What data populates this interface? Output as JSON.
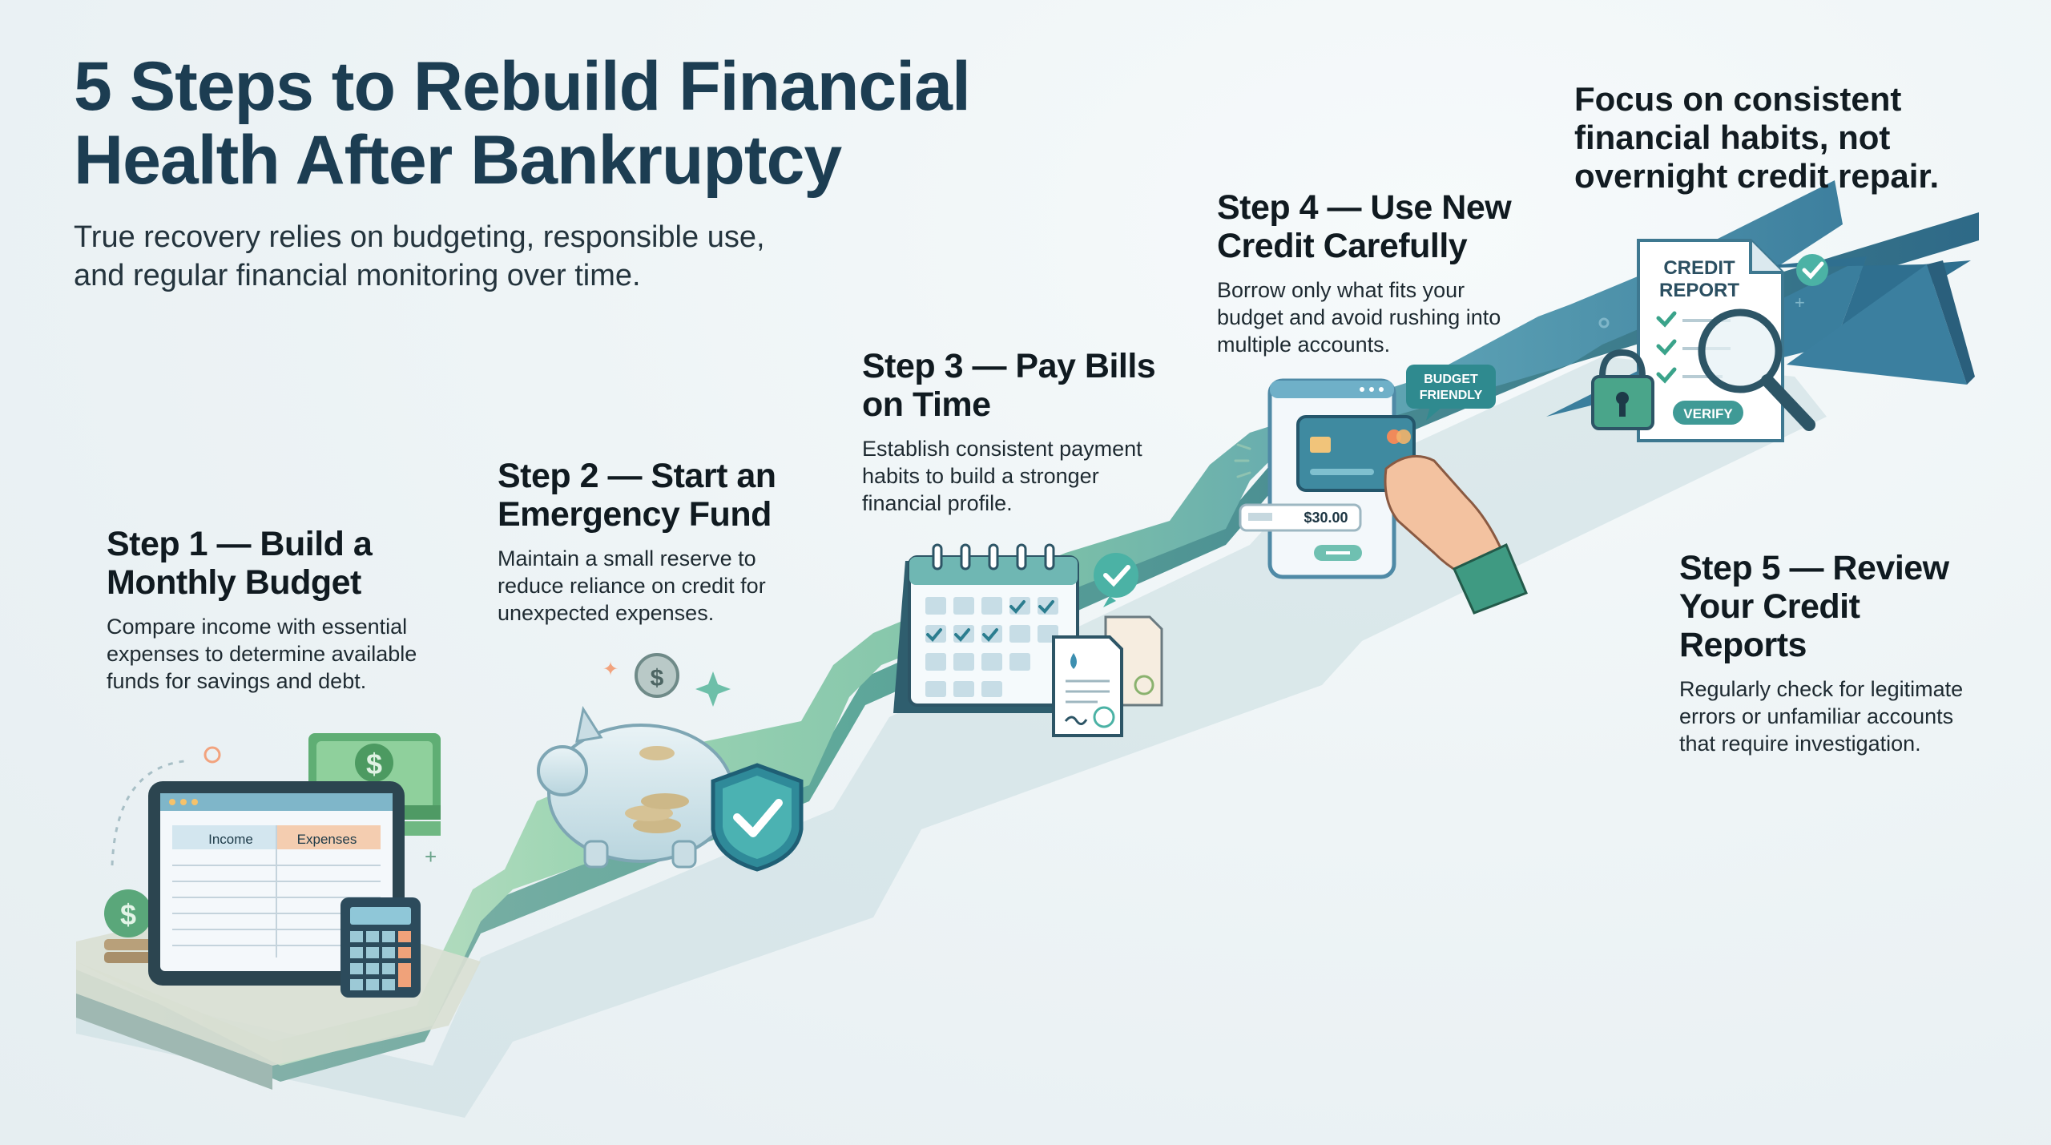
{
  "title": "5 Steps to Rebuild Financial Health After Bankruptcy",
  "subtitle": "True recovery relies on budgeting, responsible use, and regular financial monitoring over time.",
  "tagline": "Focus on consistent financial habits, not overnight credit repair.",
  "steps": [
    {
      "title": "Step 1 — Build a Monthly Budget",
      "description": "Compare income with essential expenses to determine available funds for savings and debt."
    },
    {
      "title": "Step 2 — Start an Emergency Fund",
      "description": "Maintain a small reserve to reduce reliance on credit for unexpected expenses."
    },
    {
      "title": "Step 3 — Pay Bills on Time",
      "description": "Establish consistent payment habits to build a stronger financial profile."
    },
    {
      "title": "Step 4 — Use New Credit Carefully",
      "description": "Borrow only what fits your budget and avoid rushing into multiple accounts."
    },
    {
      "title": "Step 5 — Review Your Credit Reports",
      "description": "Regularly check for legitimate errors or unfamiliar accounts that require investigation."
    }
  ],
  "illustrations": {
    "budget_sheet": {
      "income_label": "Income",
      "expenses_label": "Expenses"
    },
    "phone": {
      "amount": "$30.00",
      "badge_line1": "BUDGET",
      "badge_line2": "FRIENDLY"
    },
    "report": {
      "title_line1": "CREDIT",
      "title_line2": "REPORT",
      "verify_label": "VERIFY"
    }
  },
  "icons": [
    "dollar-icon",
    "piggy-bank-icon",
    "shield-check-icon",
    "calendar-icon",
    "bill-icon",
    "credit-card-icon",
    "hand-icon",
    "magnifier-icon",
    "padlock-icon",
    "growth-arrow-icon"
  ],
  "colors": {
    "title": "#1c3d52",
    "path_green": "#8fd0ae",
    "path_blue": "#3c7f9c",
    "accent_teal": "#2f8a8f"
  }
}
